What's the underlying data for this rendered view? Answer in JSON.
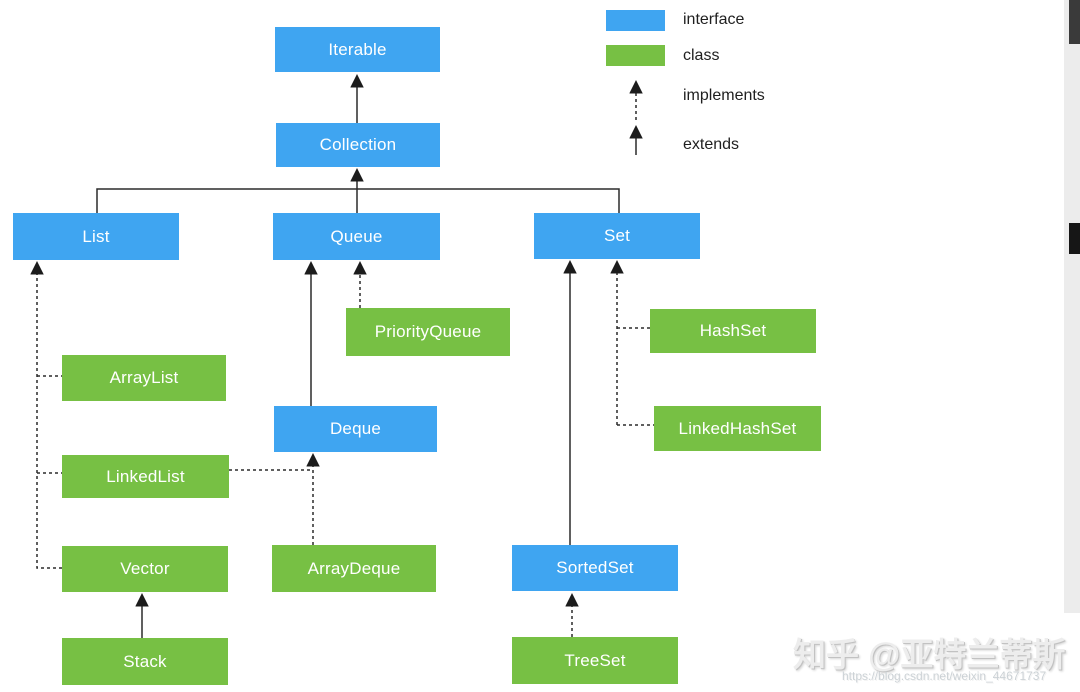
{
  "colors": {
    "interface_fill": "#3fa5f1",
    "class_fill": "#77c044"
  },
  "nodes": {
    "iterable": {
      "label": "Iterable",
      "type": "interface"
    },
    "collection": {
      "label": "Collection",
      "type": "interface"
    },
    "list": {
      "label": "List",
      "type": "interface"
    },
    "queue": {
      "label": "Queue",
      "type": "interface"
    },
    "set": {
      "label": "Set",
      "type": "interface"
    },
    "deque": {
      "label": "Deque",
      "type": "interface"
    },
    "sortedset": {
      "label": "SortedSet",
      "type": "interface"
    },
    "priorityqueue": {
      "label": "PriorityQueue",
      "type": "class"
    },
    "arraylist": {
      "label": "ArrayList",
      "type": "class"
    },
    "linkedlist": {
      "label": "LinkedList",
      "type": "class"
    },
    "vector": {
      "label": "Vector",
      "type": "class"
    },
    "stack": {
      "label": "Stack",
      "type": "class"
    },
    "arraydeque": {
      "label": "ArrayDeque",
      "type": "class"
    },
    "hashset": {
      "label": "HashSet",
      "type": "class"
    },
    "linkedhashset": {
      "label": "LinkedHashSet",
      "type": "class"
    },
    "treeset": {
      "label": "TreeSet",
      "type": "class"
    }
  },
  "relationships": [
    {
      "from": "Collection",
      "to": "Iterable",
      "type": "extends"
    },
    {
      "from": "List",
      "to": "Collection",
      "type": "extends"
    },
    {
      "from": "Queue",
      "to": "Collection",
      "type": "extends"
    },
    {
      "from": "Set",
      "to": "Collection",
      "type": "extends"
    },
    {
      "from": "ArrayList",
      "to": "List",
      "type": "implements"
    },
    {
      "from": "LinkedList",
      "to": "List",
      "type": "implements"
    },
    {
      "from": "Vector",
      "to": "List",
      "type": "implements"
    },
    {
      "from": "Stack",
      "to": "Vector",
      "type": "extends"
    },
    {
      "from": "Deque",
      "to": "Queue",
      "type": "extends"
    },
    {
      "from": "PriorityQueue",
      "to": "Queue",
      "type": "implements"
    },
    {
      "from": "LinkedList",
      "to": "Deque",
      "type": "implements"
    },
    {
      "from": "ArrayDeque",
      "to": "Deque",
      "type": "implements"
    },
    {
      "from": "SortedSet",
      "to": "Set",
      "type": "extends"
    },
    {
      "from": "HashSet",
      "to": "Set",
      "type": "implements"
    },
    {
      "from": "LinkedHashSet",
      "to": "Set",
      "type": "implements"
    },
    {
      "from": "TreeSet",
      "to": "SortedSet",
      "type": "implements"
    }
  ],
  "legend": {
    "interface_label": "interface",
    "class_label": "class",
    "implements_label": "implements",
    "extends_label": "extends"
  },
  "watermark": {
    "brand": "知乎 @亚特兰蒂斯",
    "url": "https://blog.csdn.net/weixin_44671737"
  }
}
